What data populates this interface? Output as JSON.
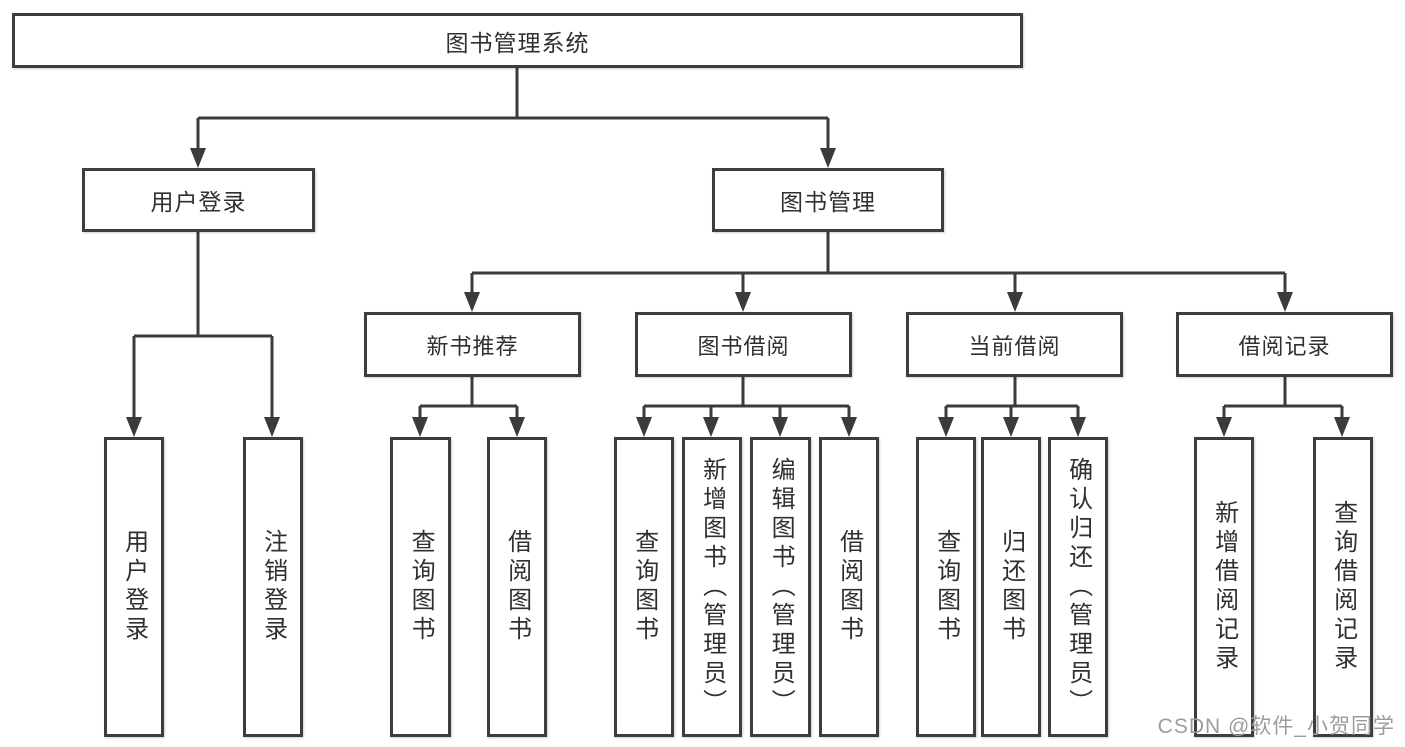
{
  "colors": {
    "line": "#3b3b3b",
    "box_border": "#3d3d3d",
    "text": "#303030",
    "background": "#ffffff",
    "watermark": "#9c9c9c"
  },
  "tree": {
    "root": {
      "label": "图书管理系统",
      "children": [
        {
          "label": "用户登录",
          "children": [
            {
              "label": "用户登录"
            },
            {
              "label": "注销登录"
            }
          ]
        },
        {
          "label": "图书管理",
          "children": [
            {
              "label": "新书推荐",
              "children": [
                {
                  "label": "查询图书"
                },
                {
                  "label": "借阅图书"
                }
              ]
            },
            {
              "label": "图书借阅",
              "children": [
                {
                  "label": "查询图书"
                },
                {
                  "label": "新增图书（管理员）"
                },
                {
                  "label": "编辑图书（管理员）"
                },
                {
                  "label": "借阅图书"
                }
              ]
            },
            {
              "label": "当前借阅",
              "children": [
                {
                  "label": "查询图书"
                },
                {
                  "label": "归还图书"
                },
                {
                  "label": "确认归还（管理员）"
                }
              ]
            },
            {
              "label": "借阅记录",
              "children": [
                {
                  "label": "新增借阅记录"
                },
                {
                  "label": "查询借阅记录"
                }
              ]
            }
          ]
        }
      ]
    }
  },
  "watermark": {
    "text": "CSDN @软件_小贺同学"
  }
}
